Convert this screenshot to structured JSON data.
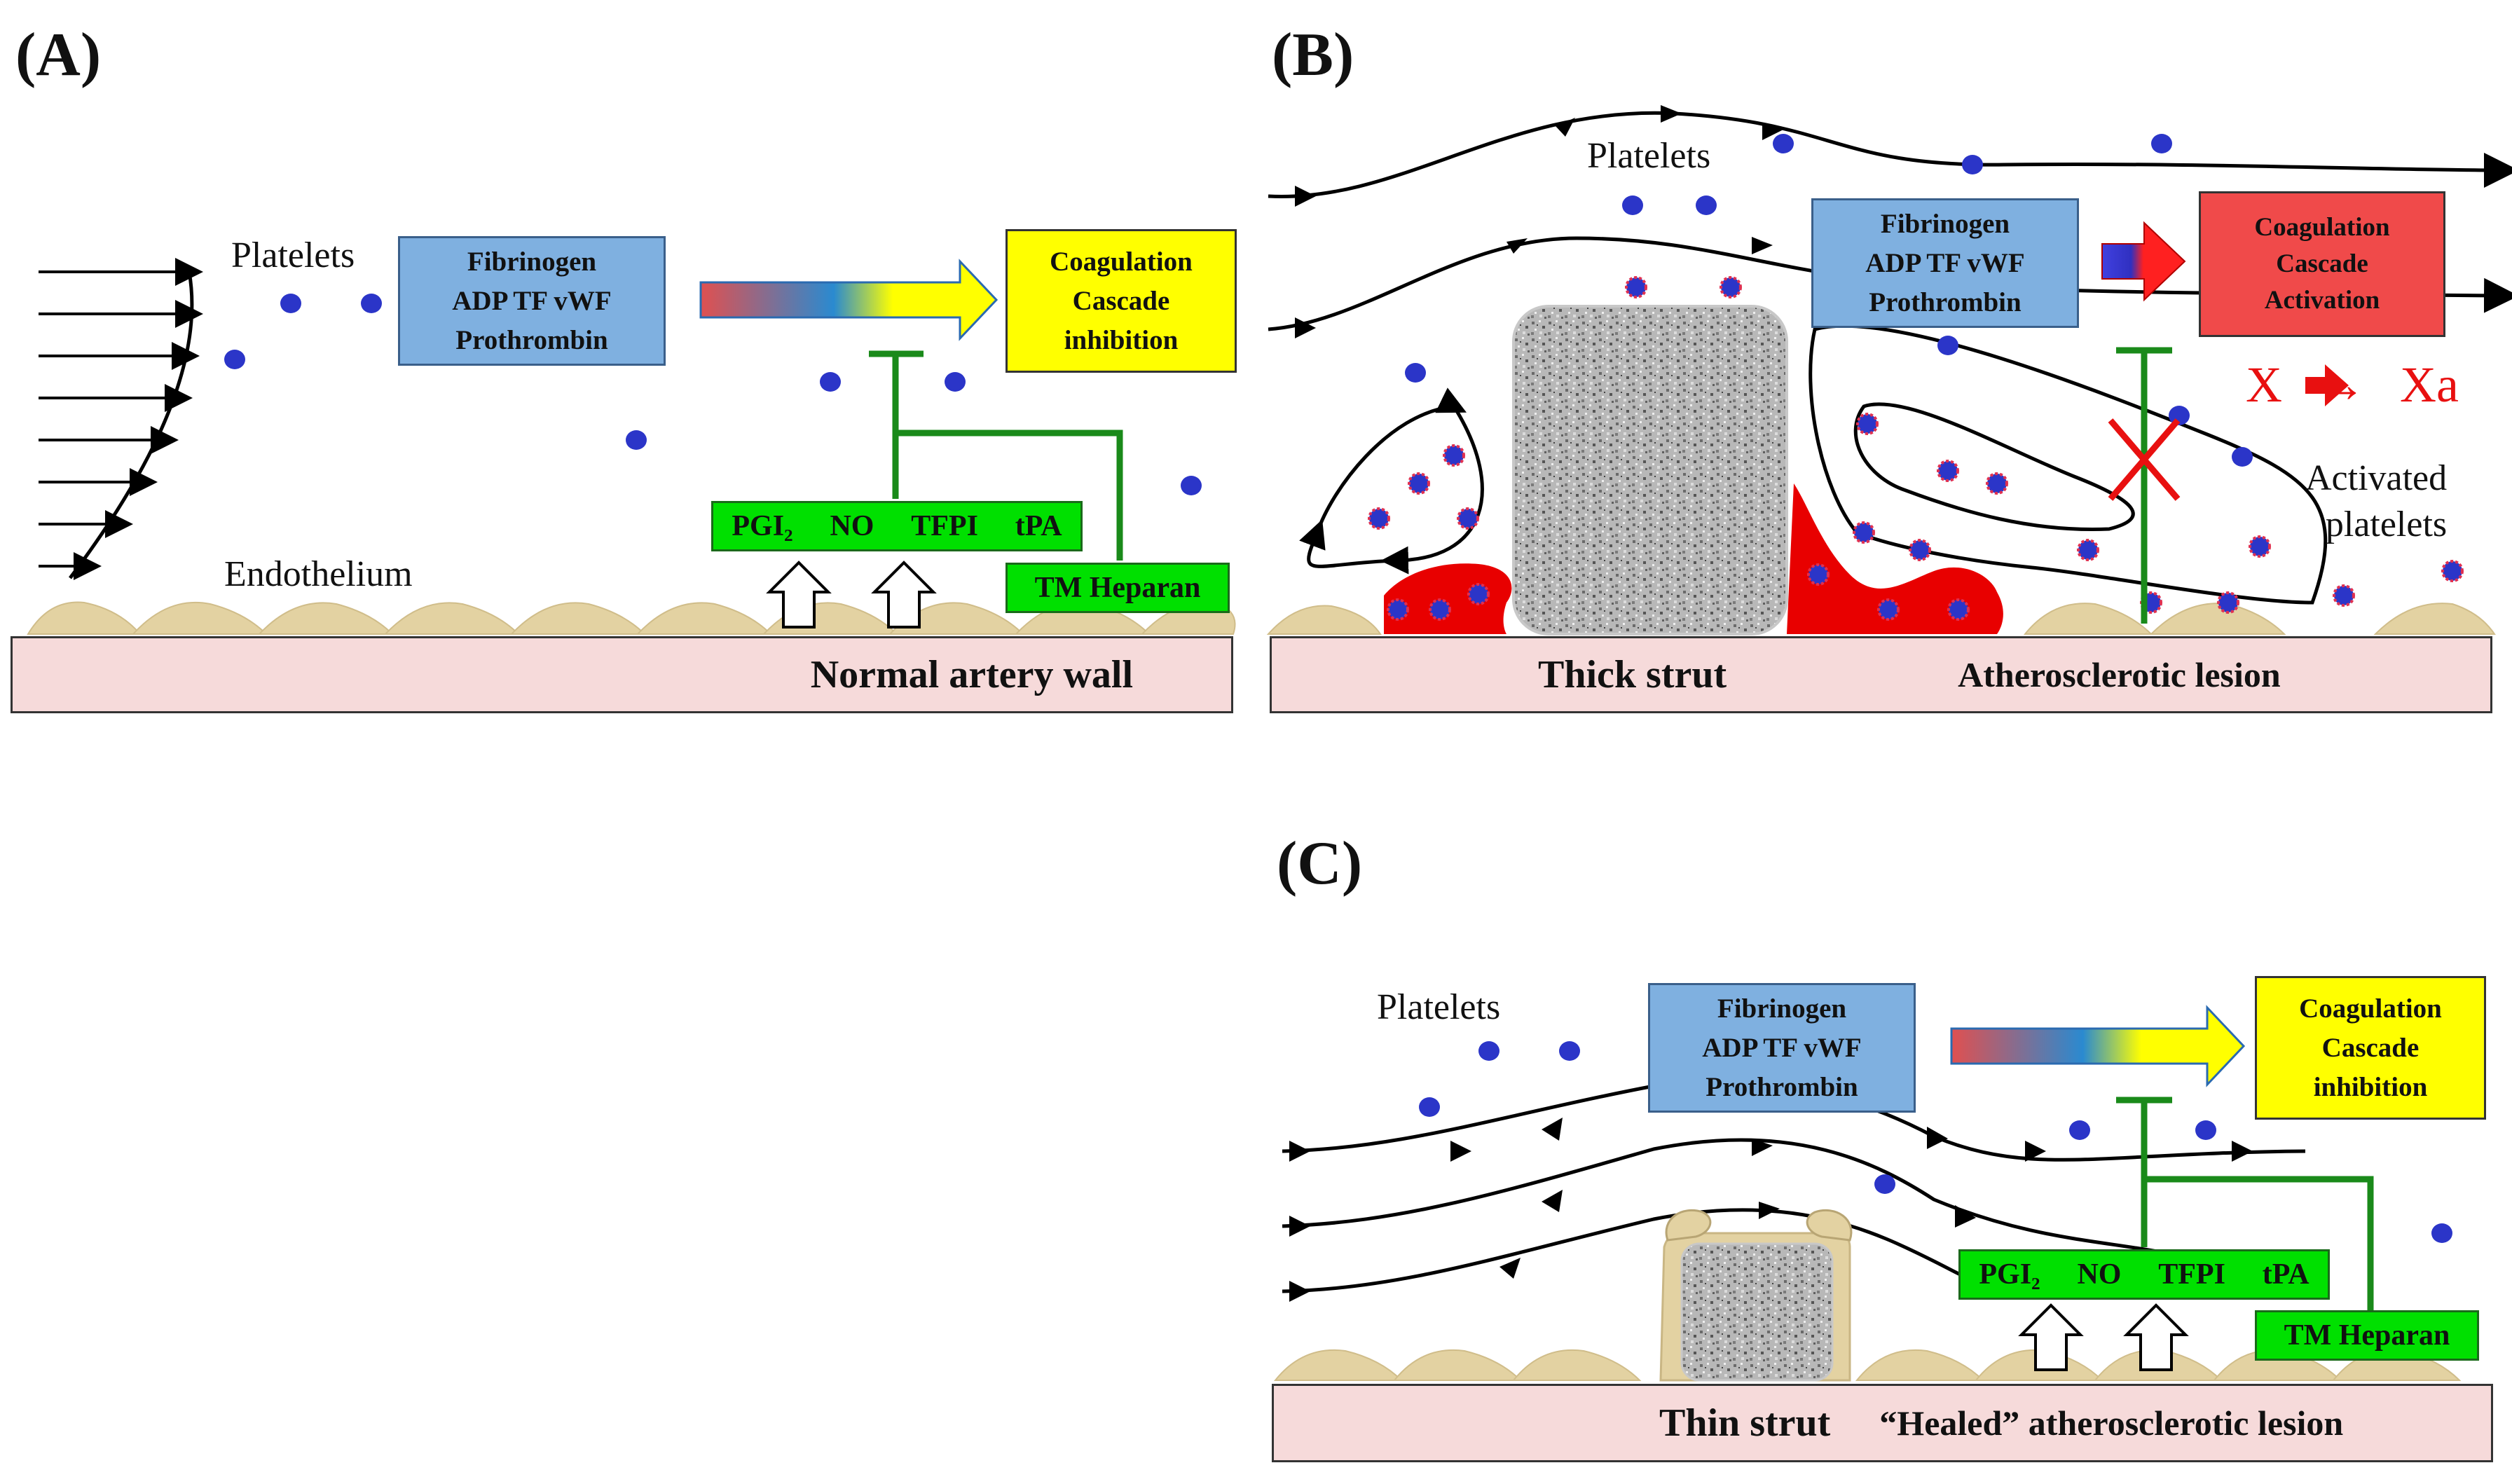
{
  "panel_a": {
    "label": "(A)",
    "platelets_label": "Platelets",
    "factors": "Fibrinogen\nADP   TF   vWF\nProthrombin",
    "outcome": "Coagulation\nCascade\ninhibition",
    "inhibitors": [
      "PGI₂",
      "NO",
      "TFPI",
      "tPA"
    ],
    "wall_factors": "TM  Heparan",
    "endothelium_label": "Endothelium",
    "wall_label": "Normal artery wall"
  },
  "panel_b": {
    "label": "(B)",
    "platelets_label": "Platelets",
    "factors": "Fibrinogen\nADP   TF   vWF\nProthrombin",
    "outcome": "Coagulation\nCascade\nActivation",
    "conversion": "X → Xa",
    "activated_label": "Activated\nplatelets",
    "strut_label": "Thick strut",
    "lesion_label": "Atherosclerotic lesion"
  },
  "panel_c": {
    "label": "(C)",
    "platelets_label": "Platelets",
    "factors": "Fibrinogen\nADP   TF   vWF\nProthrombin",
    "outcome": "Coagulation\nCascade\ninhibition",
    "inhibitors": [
      "PGI₂",
      "NO",
      "TFPI",
      "tPA"
    ],
    "wall_factors": "TM  Heparan",
    "strut_label": "Thin strut",
    "lesion_label": "“Healed” atherosclerotic lesion"
  },
  "colors": {
    "platelet": "#2b35c8",
    "inhibition_line": "#1a8a1a",
    "clot": "#e80000",
    "endothelium": "#e3d2a2"
  }
}
